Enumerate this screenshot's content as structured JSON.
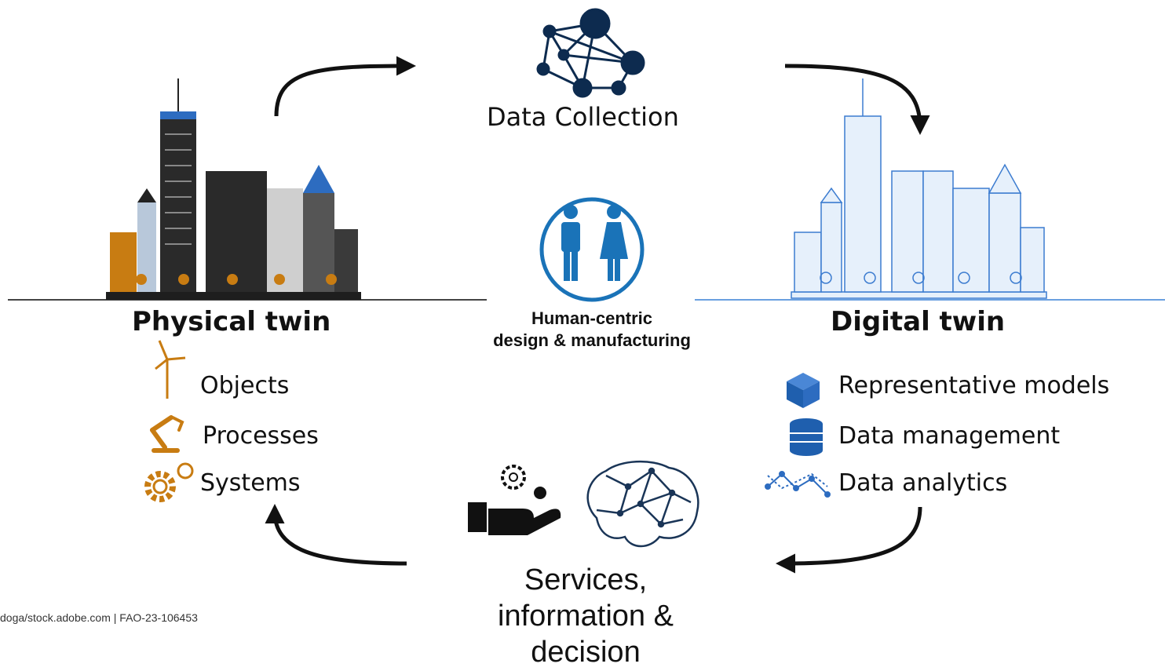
{
  "data_collection": {
    "label": "Data Collection",
    "icon": "network-icon",
    "color": "#0d2b4f"
  },
  "physical_twin": {
    "title": "Physical twin",
    "items": [
      {
        "label": "Objects",
        "icon": "wind-turbine-icon"
      },
      {
        "label": "Processes",
        "icon": "robot-arm-icon"
      },
      {
        "label": "Systems",
        "icon": "gears-icon"
      }
    ],
    "icon_color": "#c87c12"
  },
  "digital_twin": {
    "title": "Digital twin",
    "items": [
      {
        "label": "Representative models",
        "icon": "cube-icon"
      },
      {
        "label": "Data management",
        "icon": "database-icon"
      },
      {
        "label": "Data analytics",
        "icon": "analytics-graph-icon"
      }
    ],
    "icon_color": "#2b63b5"
  },
  "center": {
    "line1": "Human-centric",
    "line2": "design & manufacturing",
    "icon": "people-icon",
    "color": "#1a73b8"
  },
  "services": {
    "line1": "Services,",
    "line2": "information &",
    "line3": "decision",
    "icons": [
      "gears-hand-icon",
      "brain-network-icon"
    ]
  },
  "credit": "doga/stock.adobe.com | FAO-23-106453"
}
